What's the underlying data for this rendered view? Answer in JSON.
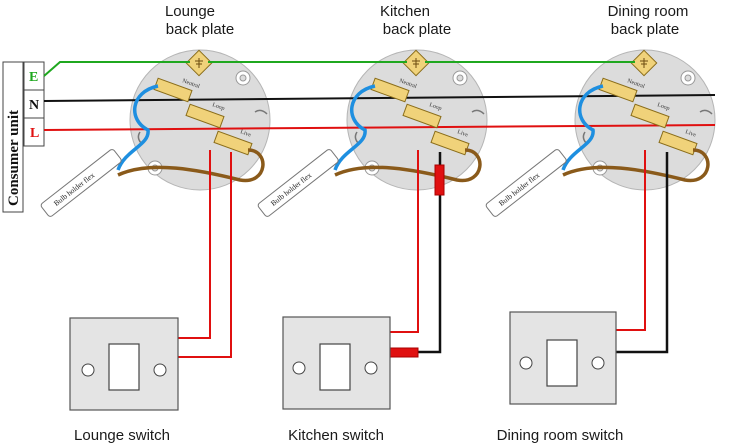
{
  "consumer_unit": {
    "label": "Consumer unit",
    "terminals": [
      {
        "letter": "E",
        "color": "#1fa81f"
      },
      {
        "letter": "N",
        "color": "#111111"
      },
      {
        "letter": "L",
        "color": "#e01010"
      }
    ]
  },
  "back_plates": [
    {
      "line1": "Lounge",
      "line2": "back plate"
    },
    {
      "line1": "Kitchen",
      "line2": "back plate"
    },
    {
      "line1": "Dining room",
      "line2": "back plate"
    }
  ],
  "terminal_labels": {
    "neutral": "Neutral",
    "loop": "Loop",
    "live": "Live"
  },
  "flex_label": "Bulb holder flex",
  "switches": [
    {
      "label": "Lounge switch"
    },
    {
      "label": "Kitchen switch"
    },
    {
      "label": "Dining room switch"
    }
  ],
  "colors": {
    "earth": "#1fa81f",
    "neutral": "#111111",
    "live": "#e01010",
    "flex_blue": "#1e8fe0",
    "flex_brown": "#8a5a1a",
    "terminal": "#f0d27a"
  }
}
